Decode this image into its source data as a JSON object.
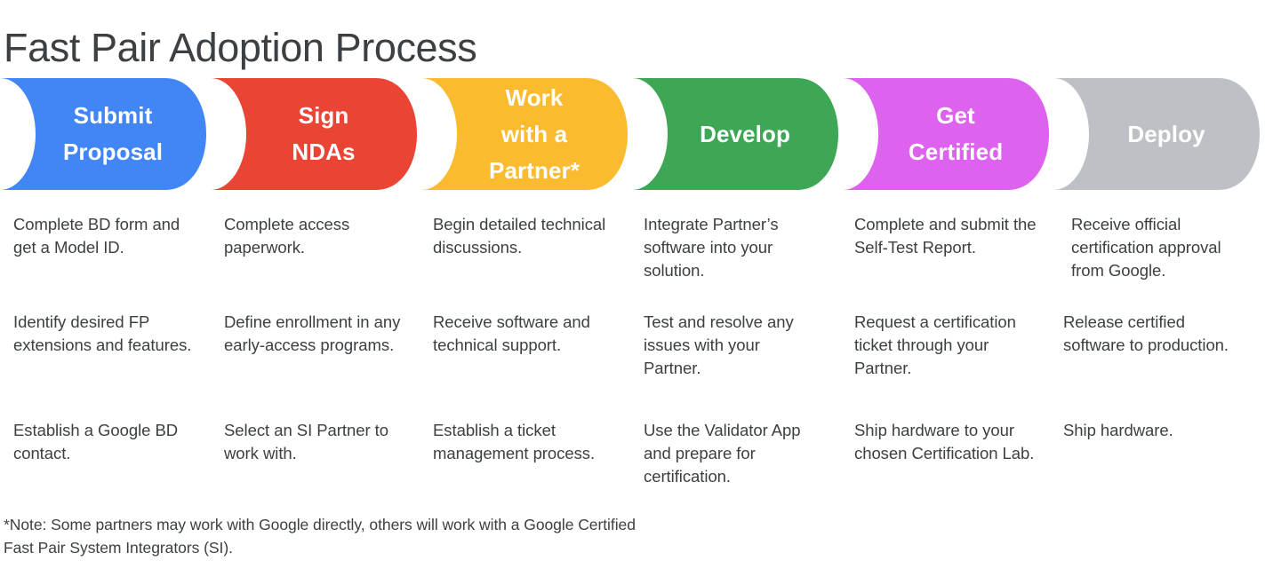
{
  "page": {
    "title": "Fast Pair Adoption Process",
    "background_color": "#ffffff",
    "text_color": "#3c4043"
  },
  "stages": [
    {
      "id": "submit-proposal",
      "label_lines": [
        "Submit",
        "Proposal"
      ],
      "label": "Submit Proposal",
      "color": "#4285F4",
      "color_name": "google-blue",
      "details": [
        "Complete BD form and get a Model ID.",
        "Identify desired FP extensions and features.",
        "Establish a Google BD contact."
      ]
    },
    {
      "id": "sign-ndas",
      "label_lines": [
        "Sign",
        "NDAs"
      ],
      "label": "Sign NDAs",
      "color": "#EA4435",
      "color_name": "google-red",
      "details": [
        "Complete access paperwork.",
        "Define enrollment in any early-access programs.",
        "Select an SI Partner to work with."
      ]
    },
    {
      "id": "work-with-a-partner",
      "label_lines": [
        "Work",
        "with a",
        "Partner*"
      ],
      "label": "Work with a Partner*",
      "color": "#FABC2E",
      "color_name": "google-yellow",
      "details": [
        "Begin detailed technical discussions.",
        "Receive software and technical support.",
        "Establish a ticket management process."
      ]
    },
    {
      "id": "develop",
      "label_lines": [
        "Develop"
      ],
      "label": "Develop",
      "color": "#3EA755",
      "color_name": "google-green",
      "details": [
        "Integrate Partner’s software into your solution.",
        "Test and resolve any issues with your Partner.",
        "Use the Validator App and prepare for certification."
      ]
    },
    {
      "id": "get-certified",
      "label_lines": [
        "Get",
        "Certified"
      ],
      "label": "Get Certified",
      "color": "#DD63EE",
      "color_name": "magenta",
      "details": [
        "Complete and submit the Self-Test Report.",
        "Request a certification ticket through your Partner.",
        "Ship hardware to your chosen Certification Lab."
      ]
    },
    {
      "id": "deploy",
      "label_lines": [
        "Deploy"
      ],
      "label": "Deploy",
      "color": "#BDC1C6",
      "color_name": "grey",
      "details": [
        "Receive official certification approval from Google.",
        "Release certified software to production.",
        "Ship hardware."
      ]
    }
  ],
  "footnote": "*Note: Some partners may work with Google directly, others will work with a Google Certified Fast Pair System Integrators (SI)."
}
